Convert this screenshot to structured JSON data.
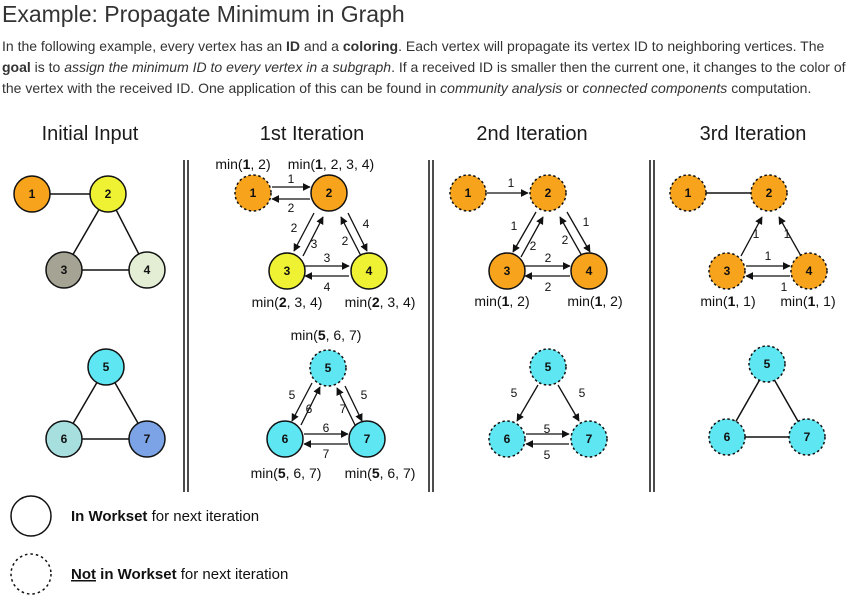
{
  "heading": "Example: Propagate Minimum in Graph",
  "intro": {
    "p1": "In the following example, every vertex has an ",
    "b1": "ID",
    "p2": " and a ",
    "b2": "coloring",
    "p3": ". Each vertex will propagate its vertex ID to neighboring vertices. The ",
    "b3": "goal",
    "p4": " is to ",
    "i1": "assign the minimum ID to every vertex in a subgraph",
    "p5": ". If a received ID is smaller then the current one, it changes to the color of the vertex with the received ID. One application of this can be found in ",
    "i2": "community analysis",
    "p6": " or ",
    "i3": "connected components",
    "p7": " computation."
  },
  "columns": [
    {
      "title": "Initial Input"
    },
    {
      "title": "1st Iteration"
    },
    {
      "title": "2nd Iteration"
    },
    {
      "title": "3rd Iteration"
    }
  ],
  "colors": {
    "orange": "#f7a31c",
    "yellow": "#eef233",
    "gray": "#a5a494",
    "pale_green": "#e3eed5",
    "cyan": "#5ee6f2",
    "pale_cyan": "#a7dfdf",
    "blue": "#7ba3e6",
    "stroke": "#111111"
  },
  "nodes": {
    "c0": [
      {
        "id": "1",
        "fill": "orange",
        "dashed": false
      },
      {
        "id": "2",
        "fill": "yellow",
        "dashed": false
      },
      {
        "id": "3",
        "fill": "gray",
        "dashed": false
      },
      {
        "id": "4",
        "fill": "pale_green",
        "dashed": false
      },
      {
        "id": "5",
        "fill": "cyan",
        "dashed": false
      },
      {
        "id": "6",
        "fill": "pale_cyan",
        "dashed": false
      },
      {
        "id": "7",
        "fill": "blue",
        "dashed": false
      }
    ],
    "c1": [
      {
        "id": "1",
        "fill": "orange",
        "dashed": true
      },
      {
        "id": "2",
        "fill": "orange",
        "dashed": false
      },
      {
        "id": "3",
        "fill": "yellow",
        "dashed": false
      },
      {
        "id": "4",
        "fill": "yellow",
        "dashed": false
      },
      {
        "id": "5",
        "fill": "cyan",
        "dashed": true
      },
      {
        "id": "6",
        "fill": "cyan",
        "dashed": false
      },
      {
        "id": "7",
        "fill": "cyan",
        "dashed": false
      }
    ],
    "c2": [
      {
        "id": "1",
        "fill": "orange",
        "dashed": true
      },
      {
        "id": "2",
        "fill": "orange",
        "dashed": true
      },
      {
        "id": "3",
        "fill": "orange",
        "dashed": false
      },
      {
        "id": "4",
        "fill": "orange",
        "dashed": false
      },
      {
        "id": "5",
        "fill": "cyan",
        "dashed": true
      },
      {
        "id": "6",
        "fill": "cyan",
        "dashed": true
      },
      {
        "id": "7",
        "fill": "cyan",
        "dashed": true
      }
    ],
    "c3": [
      {
        "id": "1",
        "fill": "orange",
        "dashed": true
      },
      {
        "id": "2",
        "fill": "orange",
        "dashed": true
      },
      {
        "id": "3",
        "fill": "orange",
        "dashed": true
      },
      {
        "id": "4",
        "fill": "orange",
        "dashed": true
      },
      {
        "id": "5",
        "fill": "cyan",
        "dashed": true
      },
      {
        "id": "6",
        "fill": "cyan",
        "dashed": true
      },
      {
        "id": "7",
        "fill": "cyan",
        "dashed": true
      }
    ]
  },
  "messages": {
    "c1": [
      "1",
      "2",
      "2",
      "3",
      "3",
      "4",
      "2",
      "4",
      "5",
      "6",
      "5",
      "7",
      "6",
      "7"
    ],
    "c2": [
      "1",
      "1",
      "2",
      "2",
      "2",
      "1",
      "2",
      "5",
      "5",
      "5",
      "5"
    ],
    "c3": [
      "1",
      "1",
      "1",
      "1"
    ]
  },
  "mins": {
    "c1_top_left": {
      "pre": "min(",
      "b": "1",
      "post": ", 2)"
    },
    "c1_top_right": {
      "pre": "min(",
      "b": "1",
      "post": ", 2, 3, 4)"
    },
    "c1_mid_left": {
      "pre": "min(",
      "b": "2",
      "post": ", 3, 4)"
    },
    "c1_mid_right": {
      "pre": "min(",
      "b": "2",
      "post": ", 3, 4)"
    },
    "c1_five": {
      "pre": "min(",
      "b": "5",
      "post": ", 6, 7)"
    },
    "c1_bot_left": {
      "pre": "min(",
      "b": "5",
      "post": ", 6, 7)"
    },
    "c1_bot_right": {
      "pre": "min(",
      "b": "5",
      "post": ", 6, 7)"
    },
    "c2_left": {
      "pre": "min(",
      "b": "1",
      "post": ", 2)"
    },
    "c2_right": {
      "pre": "min(",
      "b": "1",
      "post": ", 2)"
    },
    "c3_left": {
      "pre": "min(",
      "b": "1",
      "post": ", 1)"
    },
    "c3_right": {
      "pre": "min(",
      "b": "1",
      "post": ", 1)"
    }
  },
  "legend": {
    "in_b": "In Workset",
    "in_rest": " for next iteration",
    "not_u": "Not",
    "not_b": " in Workset",
    "not_rest": " for next iteration"
  }
}
